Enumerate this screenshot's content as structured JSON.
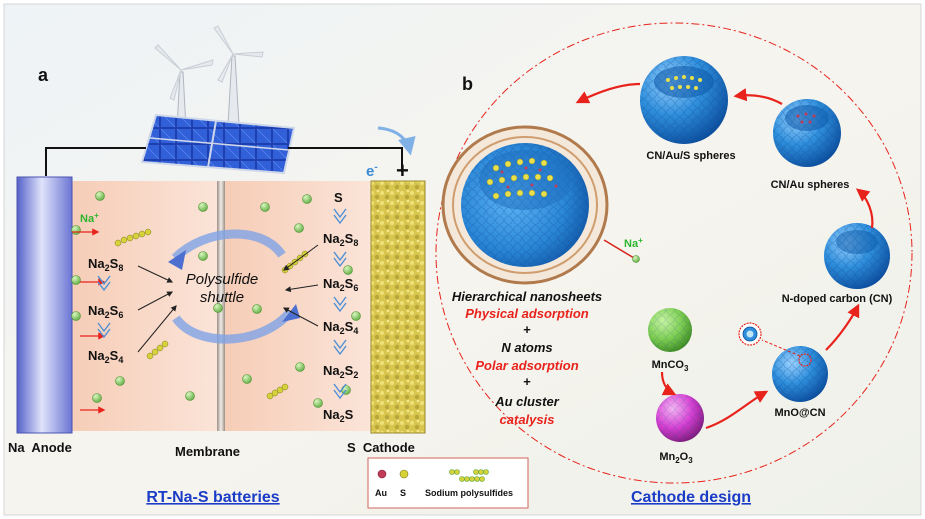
{
  "panel_a": {
    "letter": "a",
    "electron_label": "e",
    "electron_sup": "-",
    "plus_sign": "+",
    "na_ion": {
      "base": "Na",
      "sup": "+"
    },
    "left_species": [
      {
        "base": "Na",
        "sub": "2",
        "base2": "S",
        "sub2": "8"
      },
      {
        "base": "Na",
        "sub": "2",
        "base2": "S",
        "sub2": "6"
      },
      {
        "base": "Na",
        "sub": "2",
        "base2": "S",
        "sub2": "4"
      }
    ],
    "right_top": "S",
    "right_species": [
      {
        "base": "Na",
        "sub": "2",
        "base2": "S",
        "sub2": "8"
      },
      {
        "base": "Na",
        "sub": "2",
        "base2": "S",
        "sub2": "6"
      },
      {
        "base": "Na",
        "sub": "2",
        "base2": "S",
        "sub2": "4"
      },
      {
        "base": "Na",
        "sub": "2",
        "base2": "S",
        "sub2": "2"
      },
      {
        "base": "Na",
        "sub": "2",
        "base2": "S",
        "sub2": ""
      }
    ],
    "shuttle_line1": "Polysulfide",
    "shuttle_line2": "shuttle",
    "anode_label": "Na  Anode",
    "membrane_label": "Membrane",
    "cathode_label": "S  Cathode",
    "caption": "RT-Na-S batteries"
  },
  "legend": {
    "au": "Au",
    "s": "S",
    "polysulfides": "Sodium polysulfides"
  },
  "panel_b": {
    "letter": "b",
    "na_ion": {
      "base": "Na",
      "sup": "+"
    },
    "mechanisms": [
      {
        "text": "Hierarchical nanosheets",
        "color": "#111111"
      },
      {
        "text": "Physical adsorption",
        "color": "#e8231c"
      },
      {
        "text": "+",
        "color": "#111111"
      },
      {
        "text": "N atoms",
        "color": "#111111"
      },
      {
        "text": "Polar adsorption",
        "color": "#e8231c"
      },
      {
        "text": "+",
        "color": "#111111"
      },
      {
        "text": "Au cluster",
        "color": "#111111"
      },
      {
        "text": "catalysis",
        "color": "#e8231c"
      }
    ],
    "stages": {
      "cn_au_s": "CN/Au/S spheres",
      "cn_au": "CN/Au spheres",
      "cn": "N-doped carbon (CN)",
      "mno_cn": "MnO@CN",
      "mnco3": {
        "base": "MnCO",
        "sub": "3"
      },
      "mn2o3": {
        "base": "Mn",
        "sub": "2",
        "base2": "O",
        "sub2": "3"
      }
    },
    "caption": "Cathode design"
  },
  "colors": {
    "caption_blue": "#1a3cc7",
    "arrow_red": "#e8231c",
    "sphere_blue": "#2f8fdc",
    "green_particle": "#7fcf52",
    "magenta_particle": "#d63fd2",
    "ion_green": "#2db52d"
  }
}
